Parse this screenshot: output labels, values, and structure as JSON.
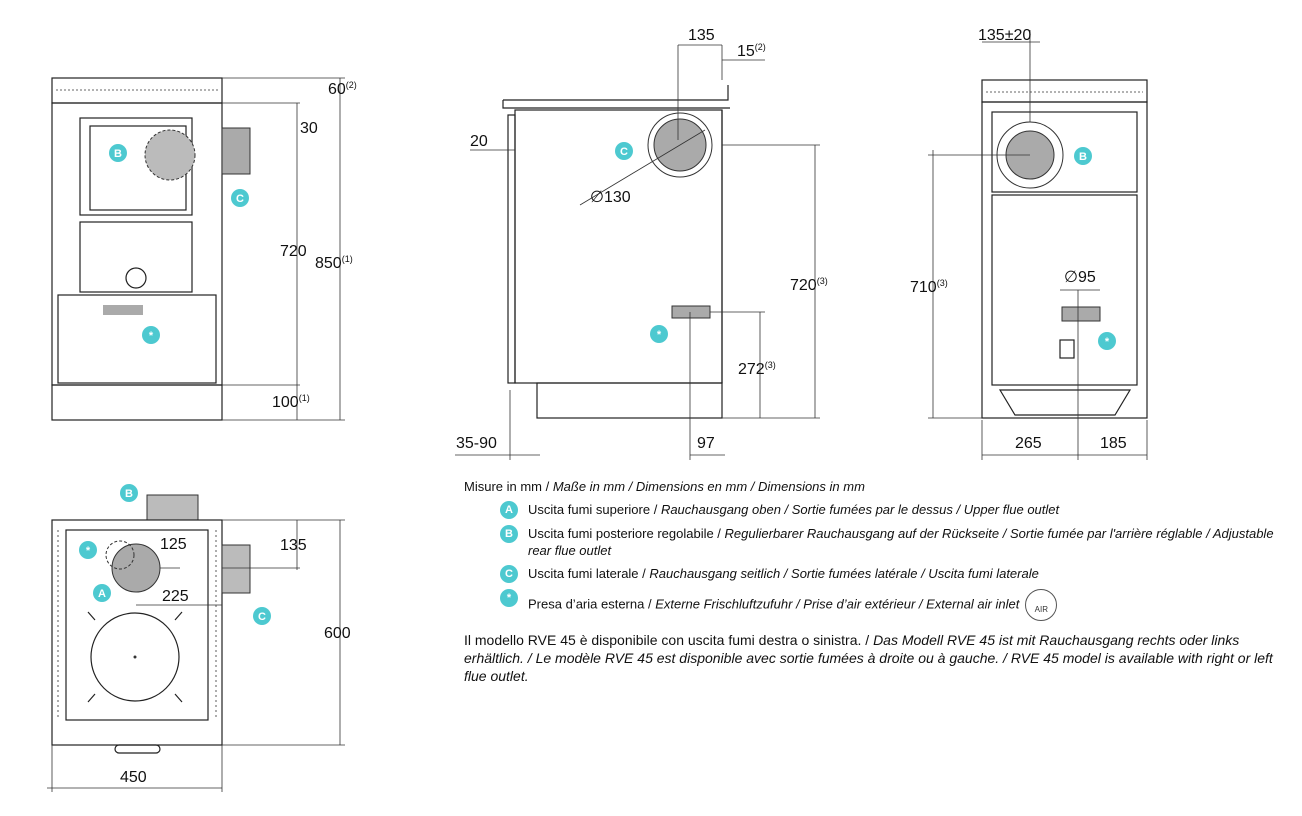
{
  "accent_color": "#4dc9d0",
  "badges": {
    "a": "A",
    "b": "B",
    "c": "C",
    "air": "*"
  },
  "front_view": {
    "dim_60": "60",
    "dim_60_note": "(2)",
    "dim_30": "30",
    "dim_720": "720",
    "dim_850": "850",
    "dim_850_note": "(1)",
    "dim_100": "100",
    "dim_100_note": "(1)"
  },
  "side_view": {
    "dim_135": "135",
    "dim_15": "15",
    "dim_15_note": "(2)",
    "dim_20": "20",
    "dim_d130": "∅130",
    "dim_720": "720",
    "dim_720_note": "(3)",
    "dim_272": "272",
    "dim_272_note": "(3)",
    "dim_35_90": "35-90",
    "dim_97": "97"
  },
  "back_view": {
    "dim_135_20": "135±20",
    "dim_710": "710",
    "dim_710_note": "(3)",
    "dim_d95": "∅95",
    "dim_265": "265",
    "dim_185": "185"
  },
  "top_view": {
    "dim_125": "125",
    "dim_135": "135",
    "dim_225": "225",
    "dim_600": "600",
    "dim_450": "450"
  },
  "legend": {
    "units": [
      "Misure in mm / ",
      "Maße in mm / Dimensions en mm / Dimensions in mm"
    ],
    "items": [
      {
        "badge": "A",
        "it": "Uscita fumi superiore / ",
        "rest": "Rauchausgang oben  / Sortie fumées par le dessus / Upper flue outlet"
      },
      {
        "badge": "B",
        "it": "Uscita fumi posteriore regolabile / ",
        "rest": " Regulierbarer Rauchausgang auf der Rückseite / Sortie fumée par l'arrière réglable / Adjustable rear flue outlet"
      },
      {
        "badge": "C",
        "it": "Uscita fumi laterale / ",
        "rest": "Rauchausgang seitlich  / Sortie fumées latérale / Uscita fumi laterale"
      },
      {
        "badge": "*",
        "it": "Presa d’aria esterna / ",
        "rest": "Externe Frischluftzufuhr / Prise d’air extérieur / External air inlet"
      }
    ],
    "air_icon_label": "AIR",
    "note_it": "Il modello RVE 45 è disponibile con uscita fumi destra o sinistra. / ",
    "note_rest": "Das Modell RVE 45 ist mit Rauchausgang rechts oder links erhältlich. / Le modèle RVE 45 est disponible avec sortie fumées à droite ou à gauche. / RVE 45 model is available with right or left flue outlet."
  }
}
